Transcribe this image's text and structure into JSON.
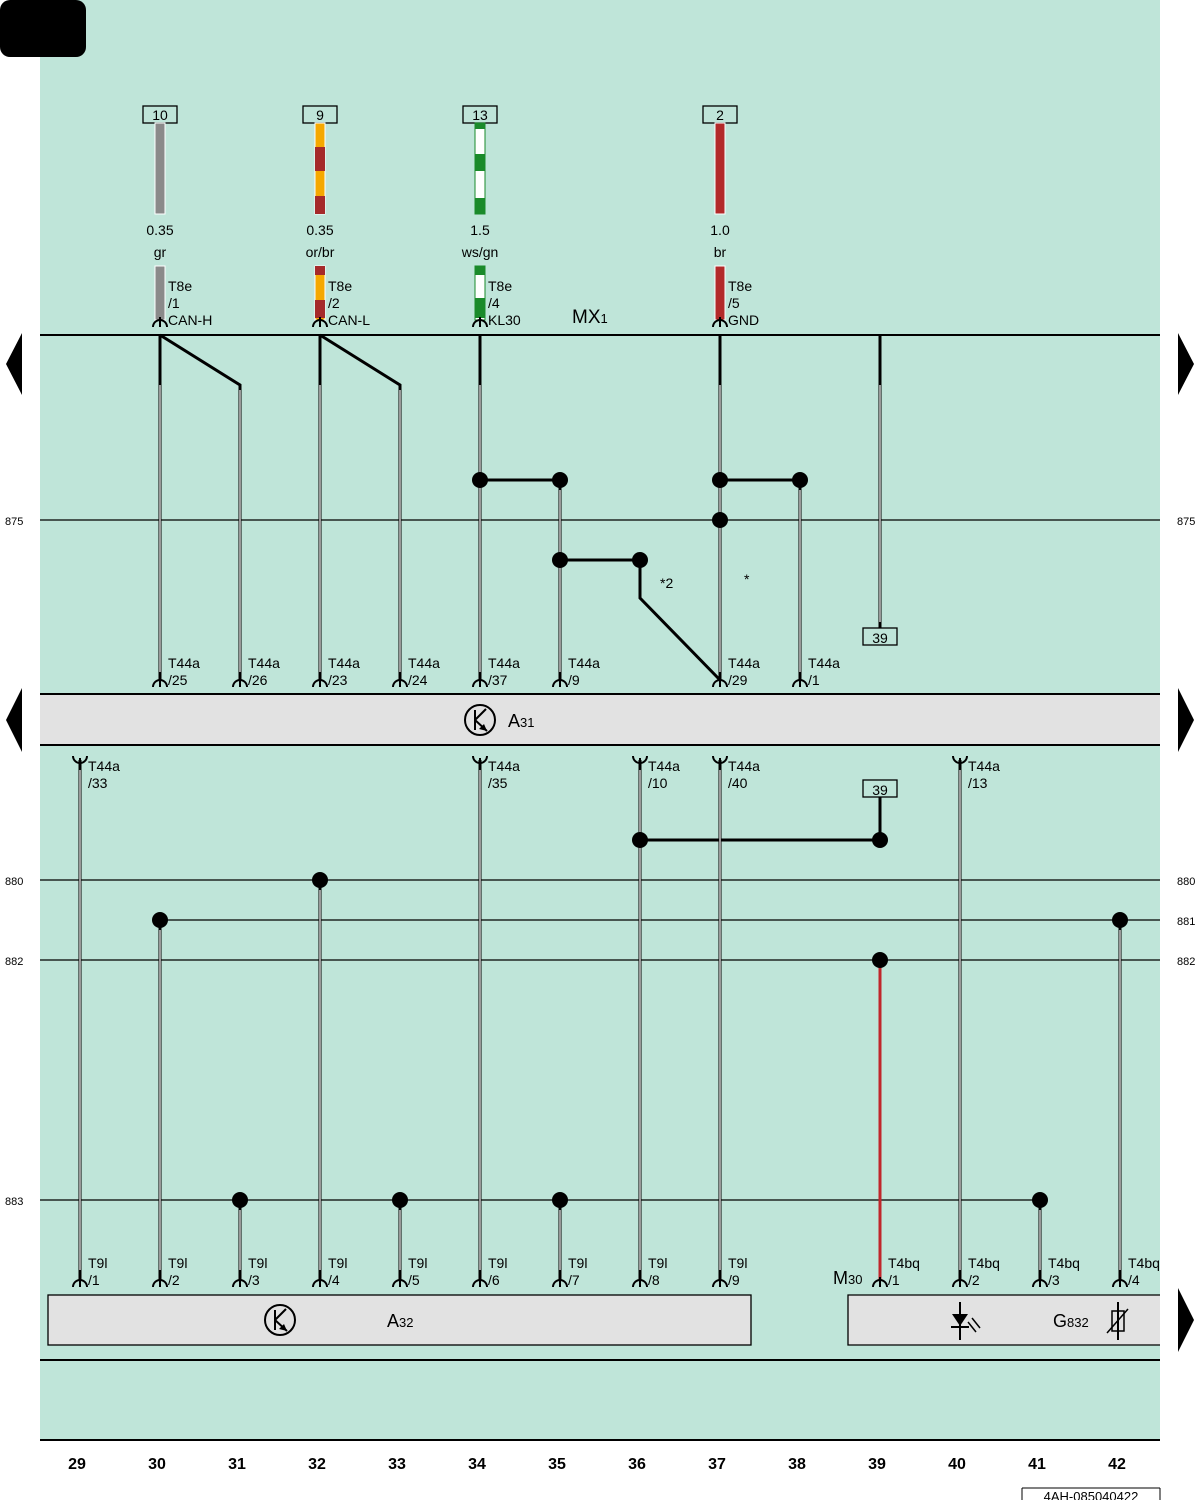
{
  "colors": {
    "background": "#bfe5d9",
    "component_fill": "#e2e2e2",
    "wire": "#000000",
    "wire_red": "#c0262b",
    "color_gr": "#8a8a8a",
    "color_or": "#f5a800",
    "color_br": "#a52a2a",
    "color_ws": "#ffffff",
    "color_gn": "#1a8a2a"
  },
  "page_id": "4AH-085040422",
  "bus": {
    "name": "MX",
    "sub": "1"
  },
  "a31": {
    "name": "A",
    "sub": "31"
  },
  "a32": {
    "name": "A",
    "sub": "32"
  },
  "m30": {
    "name": "M",
    "sub": "30"
  },
  "g832": {
    "name": "G",
    "sub": "832"
  },
  "refs": [
    "875",
    "880",
    "881",
    "882",
    "883"
  ],
  "column_numbers": [
    "29",
    "30",
    "31",
    "32",
    "33",
    "34",
    "35",
    "36",
    "37",
    "38",
    "39",
    "40",
    "41",
    "42"
  ],
  "wires_top": [
    {
      "id": "10",
      "size": "0.35",
      "color": "gr",
      "conn": "T8e",
      "pin": "/1",
      "signal": "CAN-H",
      "colors": [
        "color_gr"
      ]
    },
    {
      "id": "9",
      "size": "0.35",
      "color": "or/br",
      "conn": "T8e",
      "pin": "/2",
      "signal": "CAN-L",
      "colors": [
        "color_or",
        "color_br"
      ]
    },
    {
      "id": "13",
      "size": "1.5",
      "color": "ws/gn",
      "conn": "T8e",
      "pin": "/4",
      "signal": "KL30",
      "colors": [
        "color_ws",
        "color_gn"
      ]
    },
    {
      "id": "2",
      "size": "1.0",
      "color": "br",
      "conn": "T8e",
      "pin": "/5",
      "signal": "GND",
      "colors": [
        "color_br"
      ]
    }
  ],
  "box_39": "39",
  "notes": {
    "star2": "*2",
    "star": "*"
  },
  "a31_pins_top": [
    {
      "conn": "T44a",
      "pin": "/25"
    },
    {
      "conn": "T44a",
      "pin": "/26"
    },
    {
      "conn": "T44a",
      "pin": "/23"
    },
    {
      "conn": "T44a",
      "pin": "/24"
    },
    {
      "conn": "T44a",
      "pin": "/37"
    },
    {
      "conn": "T44a",
      "pin": "/9"
    },
    {
      "conn": "T44a",
      "pin": "/29"
    },
    {
      "conn": "T44a",
      "pin": "/1"
    }
  ],
  "a31_pins_bottom": [
    {
      "conn": "T44a",
      "pin": "/33"
    },
    {
      "conn": "T44a",
      "pin": "/35"
    },
    {
      "conn": "T44a",
      "pin": "/10"
    },
    {
      "conn": "T44a",
      "pin": "/40"
    },
    {
      "conn": "T44a",
      "pin": "/13"
    }
  ],
  "a32_pins": [
    {
      "conn": "T9l",
      "pin": "/1"
    },
    {
      "conn": "T9l",
      "pin": "/2"
    },
    {
      "conn": "T9l",
      "pin": "/3"
    },
    {
      "conn": "T9l",
      "pin": "/4"
    },
    {
      "conn": "T9l",
      "pin": "/5"
    },
    {
      "conn": "T9l",
      "pin": "/6"
    },
    {
      "conn": "T9l",
      "pin": "/7"
    },
    {
      "conn": "T9l",
      "pin": "/8"
    },
    {
      "conn": "T9l",
      "pin": "/9"
    }
  ],
  "g832_pins": [
    {
      "conn": "T4bq",
      "pin": "/1"
    },
    {
      "conn": "T4bq",
      "pin": "/2"
    },
    {
      "conn": "T4bq",
      "pin": "/3"
    },
    {
      "conn": "T4bq",
      "pin": "/4"
    }
  ]
}
